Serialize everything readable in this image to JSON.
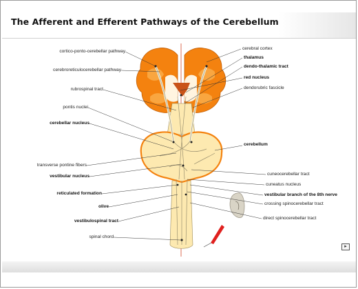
{
  "slide": {
    "title": "The Afferent and Efferent Pathways of the Cerebellum",
    "nav_button_icon": "play-icon",
    "nav_button_glyph": "▸"
  },
  "colors": {
    "cerebrum": "#f4820f",
    "cerebrum_light": "#f9a640",
    "spinal": "#fde9b0",
    "pathway": "#f7f2dc",
    "red_nucleus": "#c9531a",
    "ear": "#d9d4c6",
    "needle": "#e0201e",
    "leader": "#333333",
    "midline": "#d24a2a"
  },
  "labels_left": [
    {
      "key": "cpc",
      "text": "cortico-ponto-cerebellar pathway",
      "bold": true
    },
    {
      "key": "crc",
      "text": "cerebroreticulocerebellar pathway",
      "bold": false
    },
    {
      "key": "rub",
      "text": "rubrospinal tract",
      "bold": false
    },
    {
      "key": "pon",
      "text": "pontis nuclei",
      "bold": false
    },
    {
      "key": "cer",
      "text": "cerebellar nucleus",
      "bold": true
    },
    {
      "key": "tpf",
      "text": "transverse pontine fibers",
      "bold": false
    },
    {
      "key": "ves",
      "text": "vestibular nucleus",
      "bold": true
    },
    {
      "key": "ret",
      "text": "reticulated formation",
      "bold": true
    },
    {
      "key": "oli",
      "text": "olive",
      "bold": true
    },
    {
      "key": "vst",
      "text": "vestibulospinal tract",
      "bold": true
    },
    {
      "key": "spi",
      "text": "spinal chord",
      "bold": false
    }
  ],
  "labels_right": [
    {
      "key": "cc",
      "text": "cerebral cortex",
      "bold": false
    },
    {
      "key": "tha",
      "text": "thalamus",
      "bold": true
    },
    {
      "key": "dtt",
      "text": "dendo-thalamic tract",
      "bold": true
    },
    {
      "key": "rn",
      "text": "red nucleus",
      "bold": true
    },
    {
      "key": "dbf",
      "text": "dendorubric fascicle",
      "bold": false
    },
    {
      "key": "cbl",
      "text": "cerebellum",
      "bold": true
    },
    {
      "key": "cut",
      "text": "cuneocerebellar tract",
      "bold": false
    },
    {
      "key": "cun",
      "text": "cuneatus nucleus",
      "bold": false
    },
    {
      "key": "vb8",
      "text": "vestibular branch of the 8th nerve",
      "bold": true
    },
    {
      "key": "csc",
      "text": "crossing spinocerebellar tract",
      "bold": false
    },
    {
      "key": "dsc",
      "text": "direct spinocerebellar tract",
      "bold": false
    }
  ]
}
